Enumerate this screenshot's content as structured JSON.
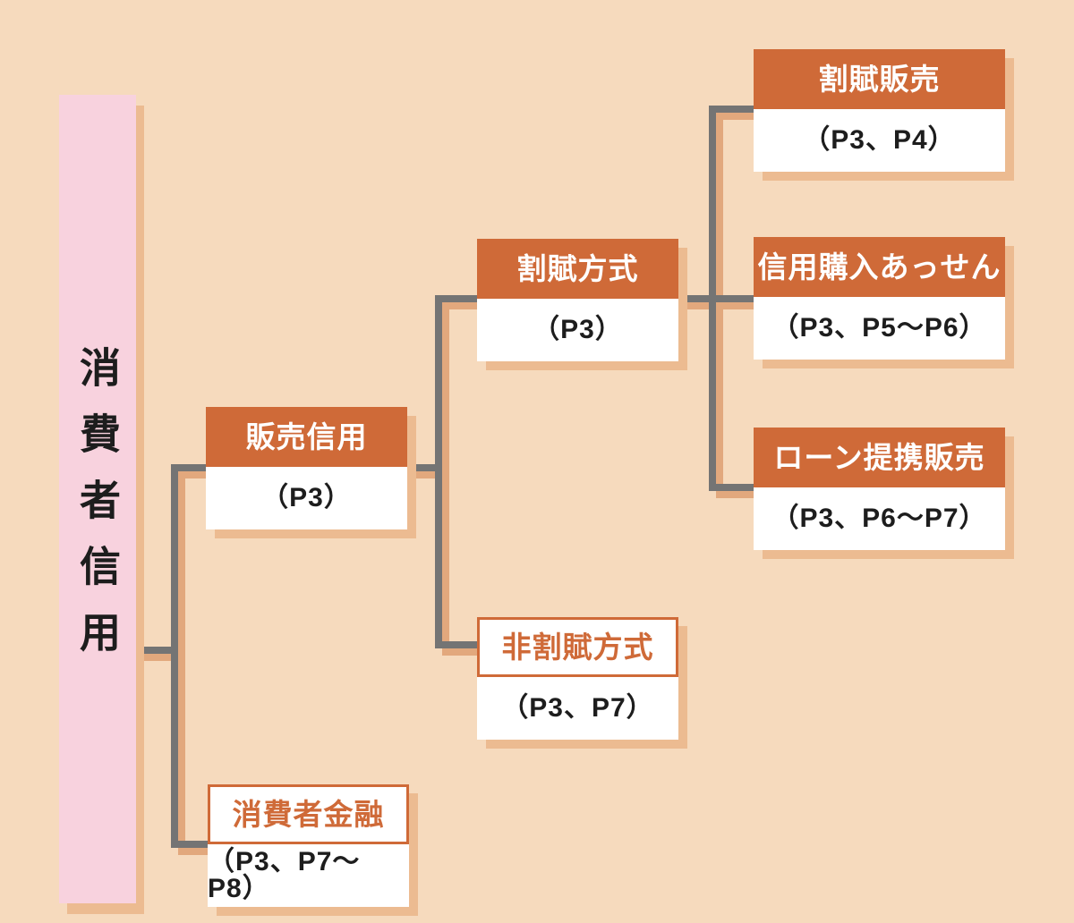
{
  "palette": {
    "background": "#f6dabd",
    "pink_bar": "#f8d2de",
    "box_orange": "#cf6a38",
    "white": "#ffffff",
    "shadow_box": "#ecbb91",
    "shadow_line": "#e2a87d",
    "line_gray": "#747474",
    "text_dark": "#1d1d1d",
    "text_orange": "#cf6a38"
  },
  "diagram": {
    "root": {
      "label": "消費者信用"
    },
    "nodes": [
      {
        "key": "hanbai-shinyo",
        "title": "販売信用",
        "pages": "（P3）",
        "variant": "orange"
      },
      {
        "key": "shohisha-kinyu",
        "title": "消費者金融",
        "pages": "（P3、P7～P8）",
        "variant": "white"
      },
      {
        "key": "kappu-hoshiki",
        "title": "割賦方式",
        "pages": "（P3）",
        "variant": "orange"
      },
      {
        "key": "hi-kappu-hoshiki",
        "title": "非割賦方式",
        "pages": "（P3、P7）",
        "variant": "white"
      },
      {
        "key": "kappu-hanbai",
        "title": "割賦販売",
        "pages": "（P3、P4）",
        "variant": "orange"
      },
      {
        "key": "shinyo-konyu-assen",
        "title": "信用購入あっせん",
        "pages": "（P3、P5～P6）",
        "variant": "orange"
      },
      {
        "key": "loan-teikei-hanbai",
        "title": "ローン提携販売",
        "pages": "（P3、P6～P7）",
        "variant": "orange"
      }
    ]
  }
}
